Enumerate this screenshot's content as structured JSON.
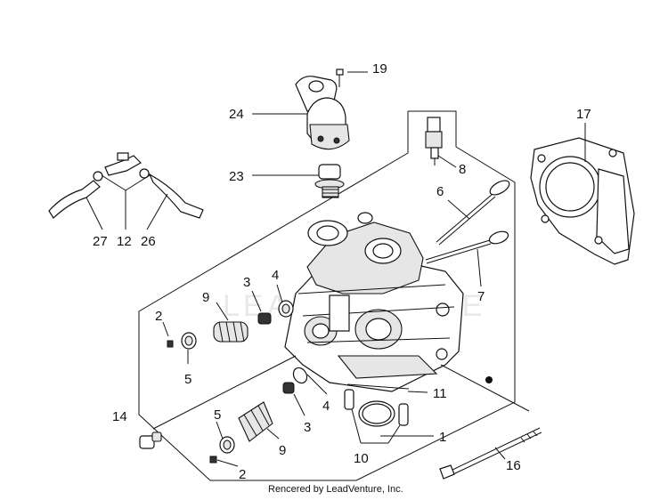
{
  "diagram": {
    "watermark": "LEADVENTURE",
    "credit": "Rencered by LeadVenture, Inc.",
    "callouts": [
      {
        "id": "c19",
        "label": "19"
      },
      {
        "id": "c24",
        "label": "24"
      },
      {
        "id": "c17",
        "label": "17"
      },
      {
        "id": "c23",
        "label": "23"
      },
      {
        "id": "c8",
        "label": "8"
      },
      {
        "id": "c6",
        "label": "6"
      },
      {
        "id": "c27",
        "label": "27"
      },
      {
        "id": "c12",
        "label": "12"
      },
      {
        "id": "c26",
        "label": "26"
      },
      {
        "id": "c7",
        "label": "7"
      },
      {
        "id": "c3a",
        "label": "3"
      },
      {
        "id": "c4a",
        "label": "4"
      },
      {
        "id": "c9a",
        "label": "9"
      },
      {
        "id": "c2a",
        "label": "2"
      },
      {
        "id": "c5a",
        "label": "5"
      },
      {
        "id": "c11",
        "label": "11"
      },
      {
        "id": "c4b",
        "label": "4"
      },
      {
        "id": "c14",
        "label": "14"
      },
      {
        "id": "c5b",
        "label": "5"
      },
      {
        "id": "c3b",
        "label": "3"
      },
      {
        "id": "c9b",
        "label": "9"
      },
      {
        "id": "c1",
        "label": "1"
      },
      {
        "id": "c16",
        "label": "16"
      },
      {
        "id": "c10",
        "label": "10"
      },
      {
        "id": "c2b",
        "label": "2"
      }
    ]
  }
}
